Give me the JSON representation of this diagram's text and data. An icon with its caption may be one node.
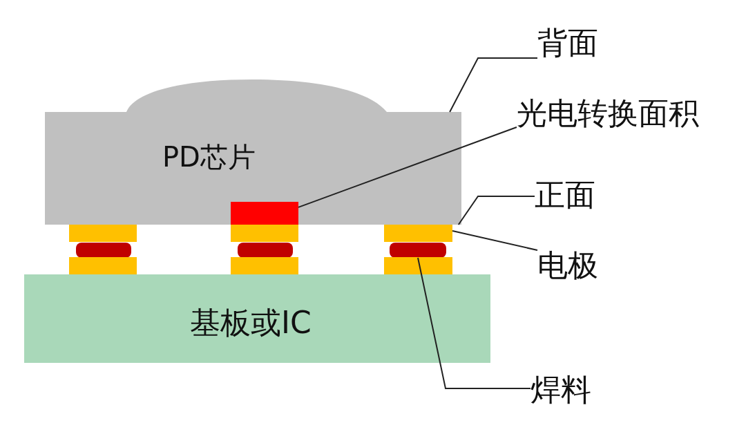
{
  "diagram": {
    "nodes": [
      {
        "text": [
          "PD芯片"
        ]
      },
      {
        "text": [],
        "shape": "box",
        "in": 0
      },
      {
        "text": [],
        "shape": "box"
      },
      {
        "text": [],
        "shape": "box"
      },
      {
        "text": [],
        "shape": "box"
      },
      {
        "text": [],
        "shape": "box"
      },
      {
        "text": [],
        "shape": "box"
      },
      {
        "text": [],
        "shape": "box"
      },
      {
        "text": [],
        "shape": "box"
      },
      {
        "text": [],
        "shape": "box"
      },
      {
        "text": [],
        "shape": "box"
      },
      {
        "text": [
          "基板或IC"
        ]
      },
      {
        "text": [
          "背面"
        ]
      },
      {
        "text": [
          "光电转换面积"
        ]
      },
      {
        "text": [
          "正面"
        ]
      },
      {
        "text": [
          "电极"
        ]
      },
      {
        "text": [
          "焊料"
        ]
      }
    ],
    "edges": [
      {
        "from": 12,
        "to": 0,
        "arrow": "none"
      },
      {
        "from": 13,
        "to": 1,
        "arrow": "none"
      },
      {
        "from": 14,
        "to": 0,
        "arrow": "none"
      },
      {
        "from": 15,
        "to": 4,
        "arrow": "none"
      },
      {
        "from": 16,
        "to": 7,
        "arrow": "none"
      }
    ]
  }
}
